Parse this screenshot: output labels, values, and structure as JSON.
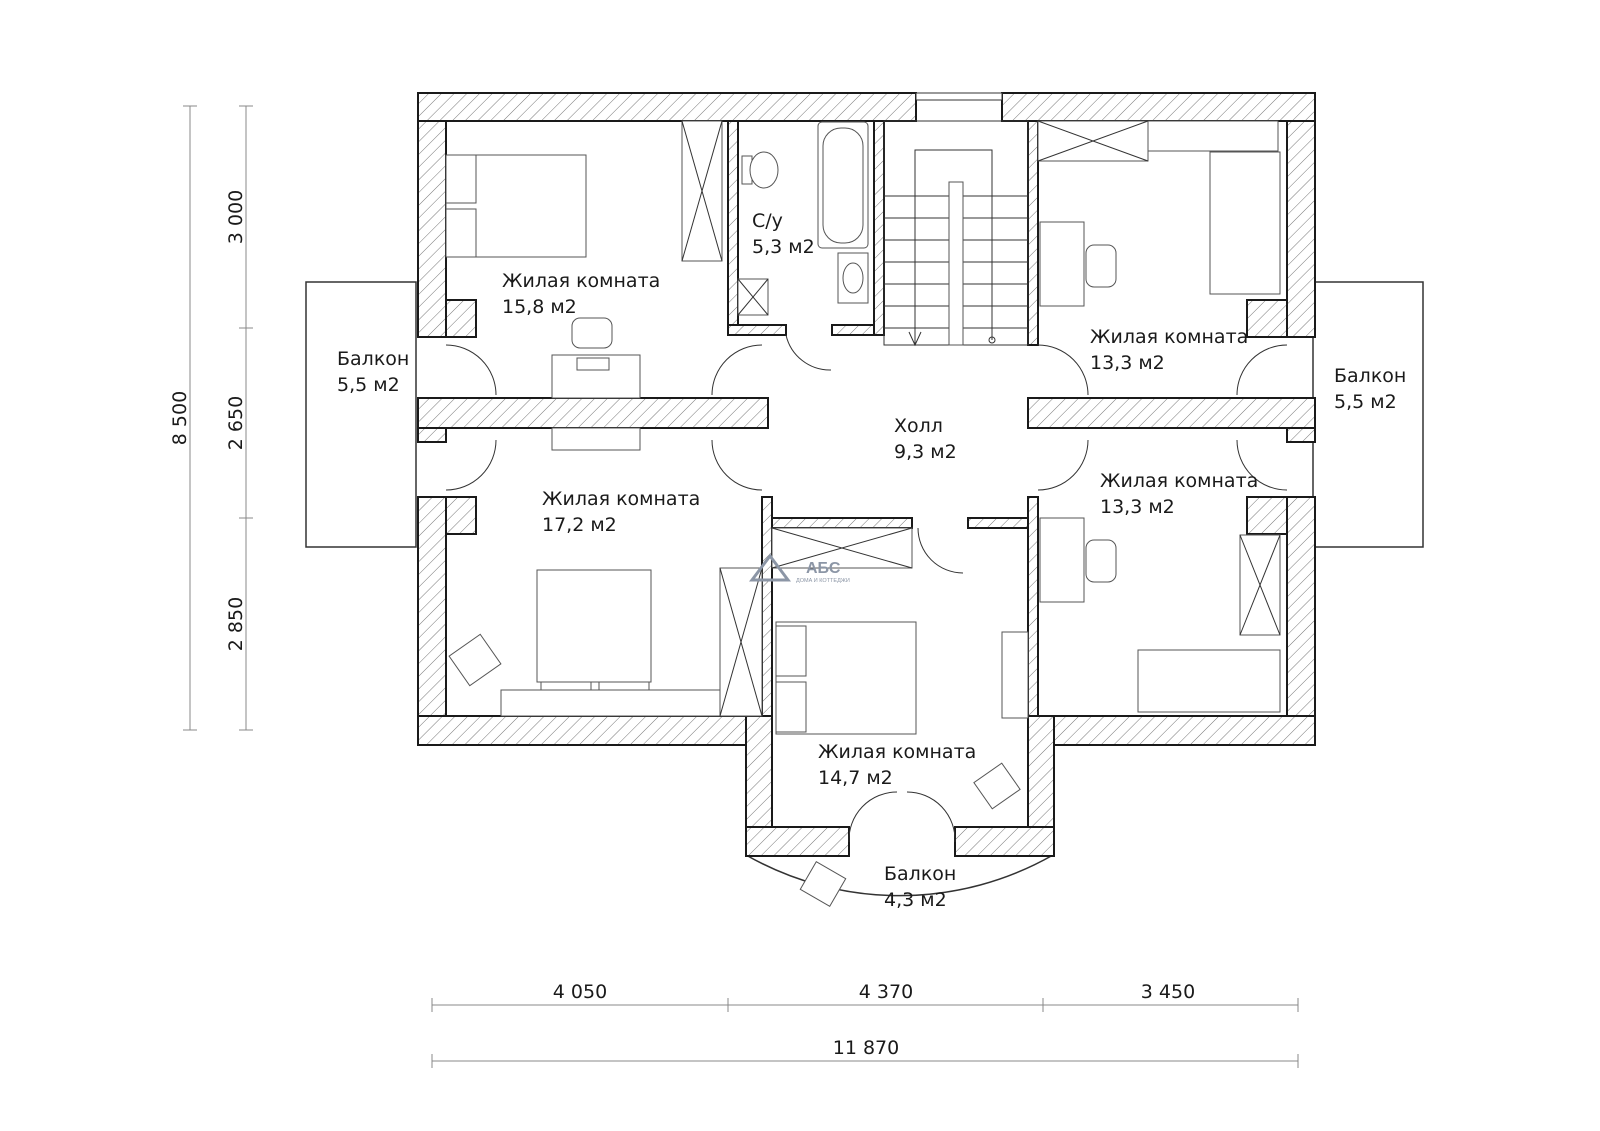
{
  "plan": {
    "rooms": [
      {
        "id": "bedroom-nw",
        "name": "Жилая комната",
        "area": "15,8 м2"
      },
      {
        "id": "bathroom",
        "name": "С/у",
        "area": "5,3 м2"
      },
      {
        "id": "bedroom-ne",
        "name": "Жилая комната",
        "area": "13,3 м2"
      },
      {
        "id": "balcony-west",
        "name": "Балкон",
        "area": "5,5 м2"
      },
      {
        "id": "balcony-east",
        "name": "Балкон",
        "area": "5,5 м2"
      },
      {
        "id": "hall",
        "name": "Холл",
        "area": "9,3 м2"
      },
      {
        "id": "bedroom-sw",
        "name": "Жилая комната",
        "area": "17,2 м2"
      },
      {
        "id": "bedroom-se",
        "name": "Жилая комната",
        "area": "13,3 м2"
      },
      {
        "id": "bedroom-s",
        "name": "Жилая комната",
        "area": "14,7 м2"
      },
      {
        "id": "balcony-south",
        "name": "Балкон",
        "area": "4,3 м2"
      }
    ],
    "dimensions": {
      "horizontal_segments": [
        "4 050",
        "4 370",
        "3 450"
      ],
      "horizontal_total": "11 870",
      "vertical_segments": [
        "3 000",
        "2 650",
        "2 850"
      ],
      "vertical_total": "8 500"
    },
    "logo": {
      "name": "АБС",
      "tagline": "ДОМА И КОТТЕДЖИ"
    }
  }
}
